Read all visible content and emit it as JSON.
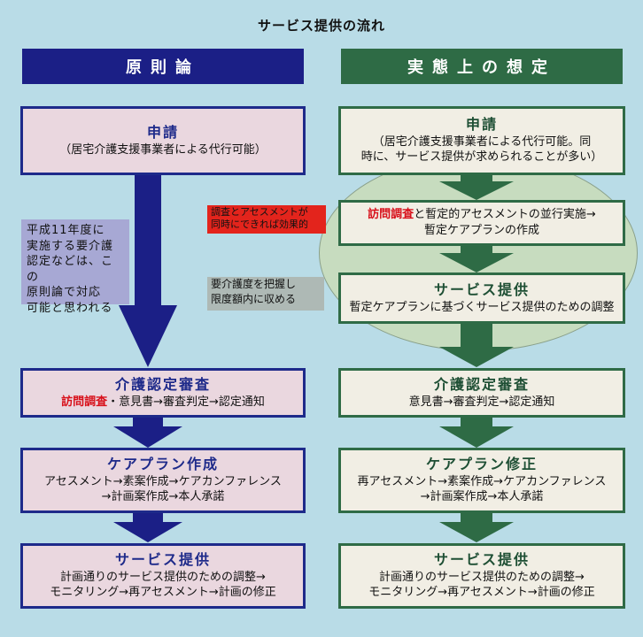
{
  "title": "サービス提供の流れ",
  "left": {
    "header": "原則論",
    "box1": {
      "heading": "申請",
      "line1": "（居宅介護支援事業者による代行可能）"
    },
    "note": {
      "l1": "平成11年度に",
      "l2": "実施する要介護",
      "l3": "認定などは、この",
      "l4": "原則論で対応",
      "l5": "可能と思われる"
    },
    "box2": {
      "heading": "介護認定審査",
      "red": "訪問調査",
      "rest": "・意見書→審査判定→認定通知"
    },
    "box3": {
      "heading": "ケアプラン作成",
      "line1": "アセスメント→素案作成→ケアカンファレンス",
      "line2": "→計画案作成→本人承諾"
    },
    "box4": {
      "heading": "サービス提供",
      "line1": "計画通りのサービス提供のための調整→",
      "line2": "モニタリング→再アセスメント→計画の修正"
    }
  },
  "middle": {
    "red_note": {
      "l1": "調査とアセスメントが",
      "l2": "同時にできれば効果的"
    },
    "gray_note": {
      "l1": "要介護度を把握し",
      "l2": "限度額内に収める"
    }
  },
  "right": {
    "header": "実態上の想定",
    "box1": {
      "heading": "申請",
      "line1": "（居宅介護支援事業者による代行可能。同",
      "line2": "時に、サービス提供が求められることが多い）"
    },
    "box2": {
      "red": "訪問調査",
      "rest": "と暫定的アセスメントの並行実施→",
      "line2": "暫定ケアプランの作成"
    },
    "box3": {
      "heading": "サービス提供",
      "line1": "暫定ケアプランに基づくサービス提供のための調整"
    },
    "box4": {
      "heading": "介護認定審査",
      "line1": "意見書→審査判定→認定通知"
    },
    "box5": {
      "heading": "ケアプラン修正",
      "line1": "再アセスメント→素案作成→ケアカンファレンス",
      "line2": "→計画案作成→本人承諾"
    },
    "box6": {
      "heading": "サービス提供",
      "line1": "計画通りのサービス提供のための調整→",
      "line2": "モニタリング→再アセスメント→計画の修正"
    }
  },
  "colors": {
    "left_accent": "#1b1f86",
    "right_accent": "#2e6b45",
    "highlight": "#d8101a"
  }
}
